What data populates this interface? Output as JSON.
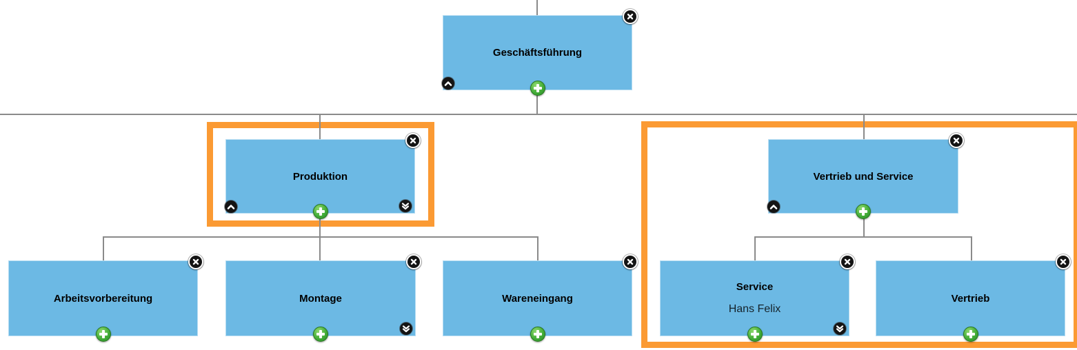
{
  "app": {
    "type": "org-chart-editor",
    "background": "#ffffff"
  },
  "colors": {
    "node_fill": "#6CB9E4",
    "node_edge_light": "#B5DCF2",
    "highlight_frame": "#FB9A33",
    "connector": "#8A8A8A",
    "add_button_green": "#3DA435",
    "control_circle_black": "#141414",
    "glyph_white": "#FFFFFF",
    "title_text": "#000000"
  },
  "nodes": [
    {
      "id": "geschaeftsfuehrung",
      "title": "Geschäftsführung",
      "subtitle": "",
      "highlighted": false,
      "controls": [
        "collapse-up",
        "add",
        "close"
      ]
    },
    {
      "id": "produktion",
      "title": "Produktion",
      "subtitle": "",
      "highlighted": true,
      "controls": [
        "collapse-up",
        "add",
        "expand-down",
        "close"
      ]
    },
    {
      "id": "vertrieb-und-service",
      "title": "Vertrieb und Service",
      "subtitle": "",
      "highlighted": true,
      "controls": [
        "collapse-up",
        "add",
        "close"
      ]
    },
    {
      "id": "arbeitsvorbereitung",
      "title": "Arbeitsvorbereitung",
      "subtitle": "",
      "highlighted": false,
      "controls": [
        "add",
        "close"
      ]
    },
    {
      "id": "montage",
      "title": "Montage",
      "subtitle": "",
      "highlighted": false,
      "controls": [
        "add",
        "expand-down",
        "close"
      ]
    },
    {
      "id": "wareneingang",
      "title": "Wareneingang",
      "subtitle": "",
      "highlighted": false,
      "controls": [
        "add",
        "close"
      ]
    },
    {
      "id": "service",
      "title": "Service",
      "subtitle": "Hans Felix",
      "highlighted": true,
      "controls": [
        "add",
        "expand-down",
        "close"
      ]
    },
    {
      "id": "vertrieb",
      "title": "Vertrieb",
      "subtitle": "",
      "highlighted": true,
      "controls": [
        "add",
        "close"
      ]
    }
  ],
  "hierarchy": {
    "geschaeftsfuehrung": [
      "produktion",
      "vertrieb-und-service"
    ],
    "produktion": [
      "arbeitsvorbereitung",
      "montage",
      "wareneingang"
    ],
    "vertrieb-und-service": [
      "service",
      "vertrieb"
    ]
  },
  "icons": {
    "close": "x-in-black-circle",
    "collapse_up": "chevron-up-in-black-circle",
    "expand_down": "double-chevron-down-in-black-circle",
    "add": "plus-in-green-circle"
  }
}
